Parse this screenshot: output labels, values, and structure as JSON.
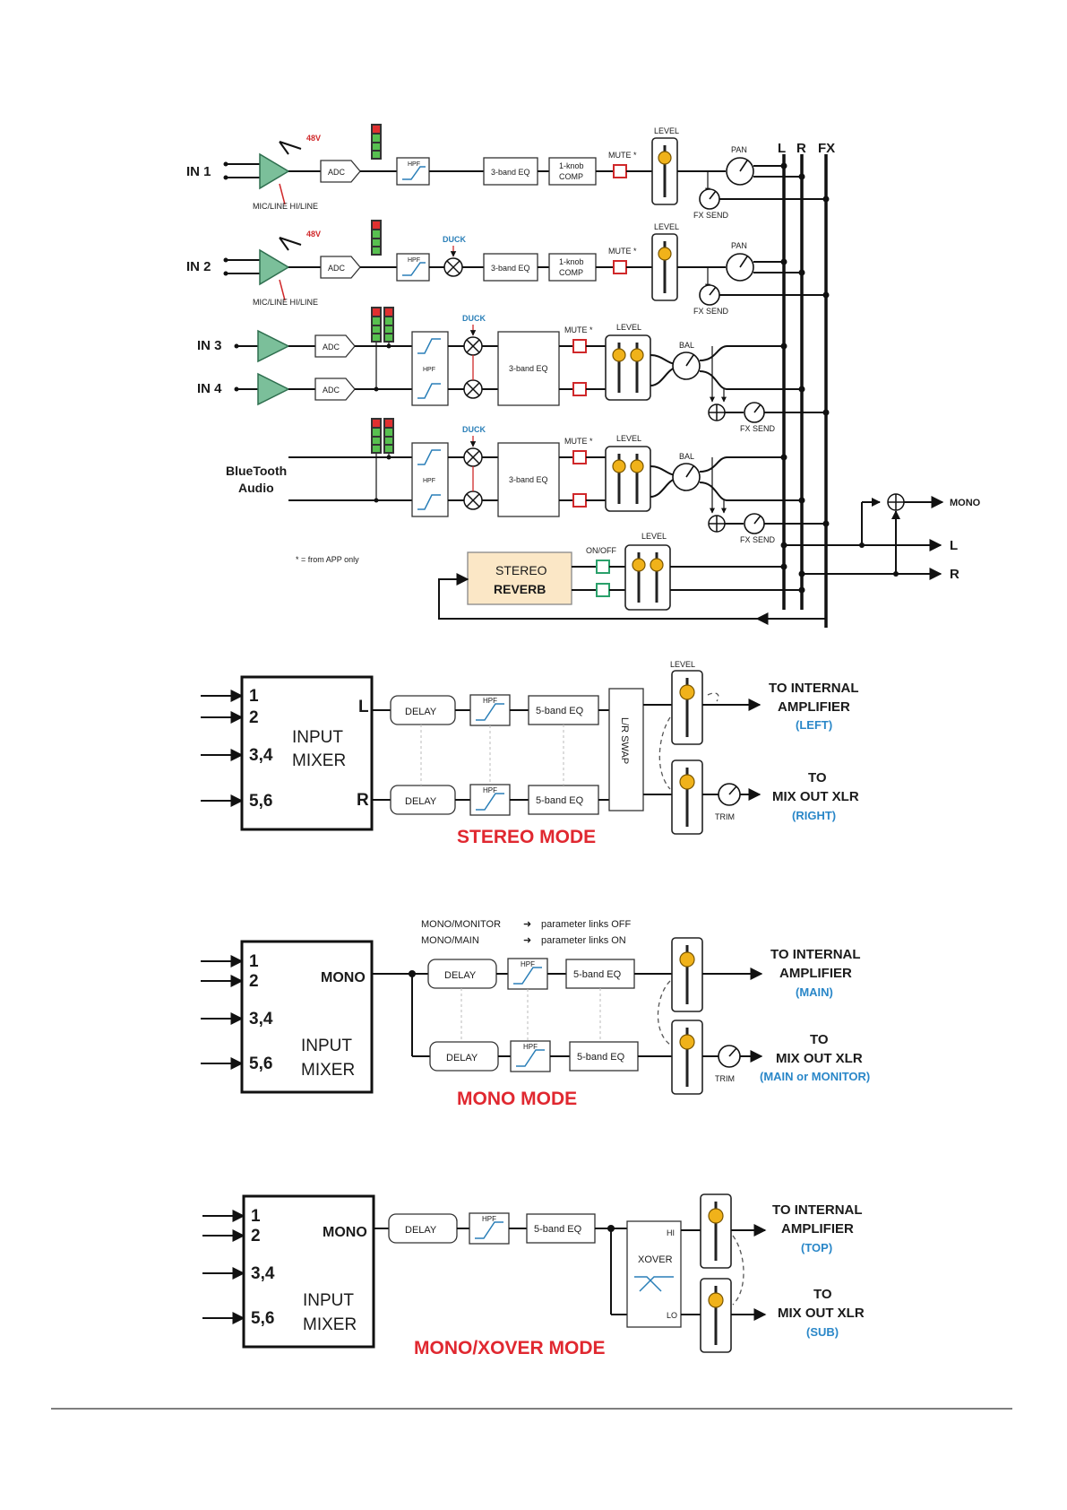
{
  "colors": {
    "mode_title": "#e02830",
    "out_subtitle": "#2a87c8",
    "phantom": "#d0282a",
    "duck": "#2a7fb8",
    "amp_fill": "#7bbf9a",
    "fader_cap": "#f0b21a",
    "reverb_fill": "#fbe7c6"
  },
  "top": {
    "inputs": {
      "in1": "IN 1",
      "in2": "IN 2",
      "in3": "IN 3",
      "in4": "IN 4",
      "bt": [
        "BlueTooth",
        "Audio"
      ]
    },
    "phantom": "48V",
    "mic_line": "MIC/LINE HI/LINE",
    "adc": "ADC",
    "hpf": "HPF",
    "eq3": "3-band EQ",
    "comp": [
      "1-knob",
      "COMP"
    ],
    "duck": "DUCK",
    "mute": "MUTE *",
    "level": "LEVEL",
    "pan": "PAN",
    "bal": "BAL",
    "fx_send": "FX SEND",
    "on_off": "ON/OFF",
    "reverb": [
      "STEREO",
      "REVERB"
    ],
    "footnote": "* = from APP only",
    "bus_l": "L",
    "bus_r": "R",
    "bus_fx": "FX",
    "out_mono": "MONO",
    "out_l": "L",
    "out_r": "R"
  },
  "common": {
    "inputs": [
      "1",
      "2",
      "3,4",
      "5,6"
    ],
    "mixer_input": "INPUT",
    "mixer_mixer": "MIXER",
    "delay": "DELAY",
    "hpf": "HPF",
    "eq5": "5-band EQ",
    "level": "LEVEL",
    "trim": "TRIM",
    "to_internal": "TO INTERNAL",
    "amplifier": "AMPLIFIER",
    "to": "TO",
    "mix_out": "MIX OUT XLR"
  },
  "stereo": {
    "out_l": "L",
    "out_r": "R",
    "swap": "L/R SWAP",
    "amp_sub": "(LEFT)",
    "xlr_sub": "(RIGHT)",
    "title": "STEREO MODE"
  },
  "mono": {
    "out": "MONO",
    "note1_left": "MONO/MONITOR",
    "note1_right": "parameter links OFF",
    "note2_left": "MONO/MAIN",
    "note2_right": "parameter links ON",
    "amp_sub": "(MAIN)",
    "xlr_sub": "(MAIN or MONITOR)",
    "title": "MONO MODE"
  },
  "xover": {
    "out": "MONO",
    "xover": "XOVER",
    "hi": "HI",
    "lo": "LO",
    "amp_sub": "(TOP)",
    "xlr_sub": "(SUB)",
    "title": "MONO/XOVER MODE"
  }
}
